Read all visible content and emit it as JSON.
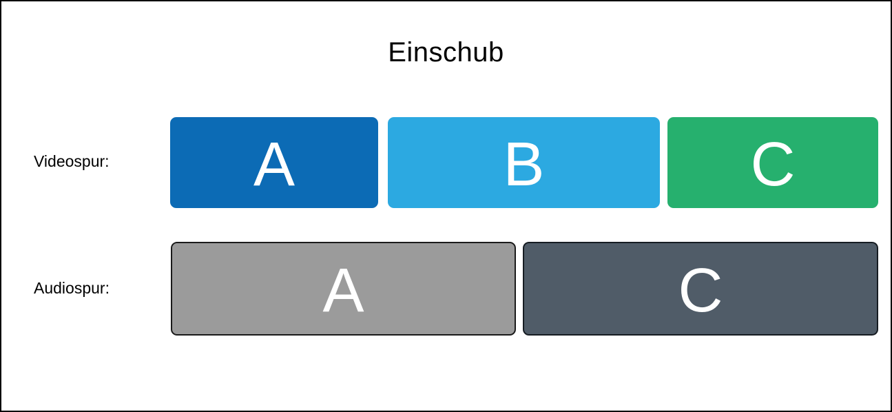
{
  "title": "Einschub",
  "colors": {
    "background": "#ffffff",
    "frame_border": "#000000",
    "letter": "#ffffff",
    "text": "#000000"
  },
  "rows": [
    {
      "label": "Videospur:",
      "blocks": [
        {
          "letter": "A",
          "color": "#0c6bb5"
        },
        {
          "letter": "B",
          "color": "#2ca9e1"
        },
        {
          "letter": "C",
          "color": "#26b06e"
        }
      ]
    },
    {
      "label": "Audiospur:",
      "blocks": [
        {
          "letter": "A",
          "color": "#9b9b9b",
          "border_color": "#1a1a1a"
        },
        {
          "letter": "C",
          "color": "#505c68",
          "border_color": "#161c22"
        }
      ]
    }
  ]
}
